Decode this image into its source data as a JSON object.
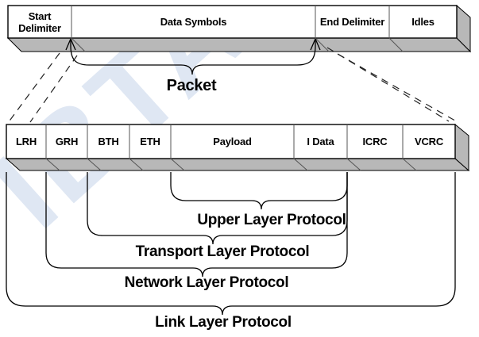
{
  "watermark": "IBTA",
  "symbol_bar": {
    "cells": [
      {
        "label": "Start Delimiter"
      },
      {
        "label": "Data Symbols"
      },
      {
        "label": "End Delimiter"
      },
      {
        "label": "Idles"
      }
    ]
  },
  "packet_bar": {
    "cells": [
      {
        "label": "LRH"
      },
      {
        "label": "GRH"
      },
      {
        "label": "BTH"
      },
      {
        "label": "ETH"
      },
      {
        "label": "Payload"
      },
      {
        "label": "I Data"
      },
      {
        "label": "ICRC"
      },
      {
        "label": "VCRC"
      }
    ]
  },
  "braces": {
    "packet": "Packet",
    "upper": "Upper Layer Protocol",
    "transport": "Transport Layer Protocol",
    "network": "Network Layer Protocol",
    "link": "Link Layer Protocol"
  },
  "colors": {
    "shadow": "#b8b8b8",
    "line": "#000000",
    "watermark": "#dfe7f3"
  }
}
